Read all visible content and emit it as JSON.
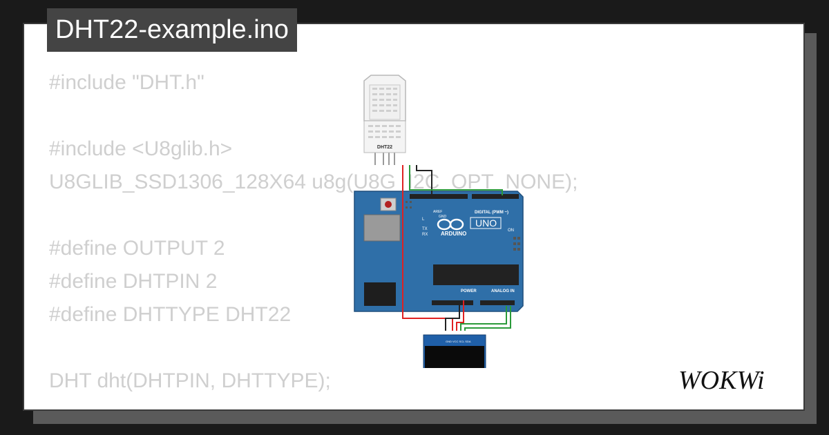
{
  "title": "DHT22-example.ino",
  "code_lines": [
    "#include \"DHT.h\"",
    "",
    "#include <U8glib.h>",
    "U8GLIB_SSD1306_128X64 u8g(U8G_I2C_OPT_NONE);",
    "",
    "#define OUTPUT 2",
    "#define DHTPIN 2",
    "#define DHTTYPE DHT22",
    "",
    "DHT dht(DHTPIN, DHTTYPE);"
  ],
  "circuit": {
    "sensor_label": "DHT22",
    "board_brand": "ARDUINO",
    "board_model": "UNO",
    "digital_label": "DIGITAL (PWM ~)",
    "power_label": "POWER",
    "analog_label": "ANALOG IN",
    "aref_label": "AREF",
    "gnd_label": "GND",
    "on_label": "ON",
    "l_label": "L",
    "tx_label": "TX",
    "rx_label": "RX",
    "oled_pins": "GND VCC SCL SDA"
  },
  "logo": "WOKWi",
  "colors": {
    "background": "#1a1a1a",
    "title_bg": "#444444",
    "code_text": "#cfcfcf",
    "board_blue": "#2f6fa8",
    "wire_red": "#e02020",
    "wire_green": "#2a9a3a",
    "wire_black": "#222222"
  }
}
